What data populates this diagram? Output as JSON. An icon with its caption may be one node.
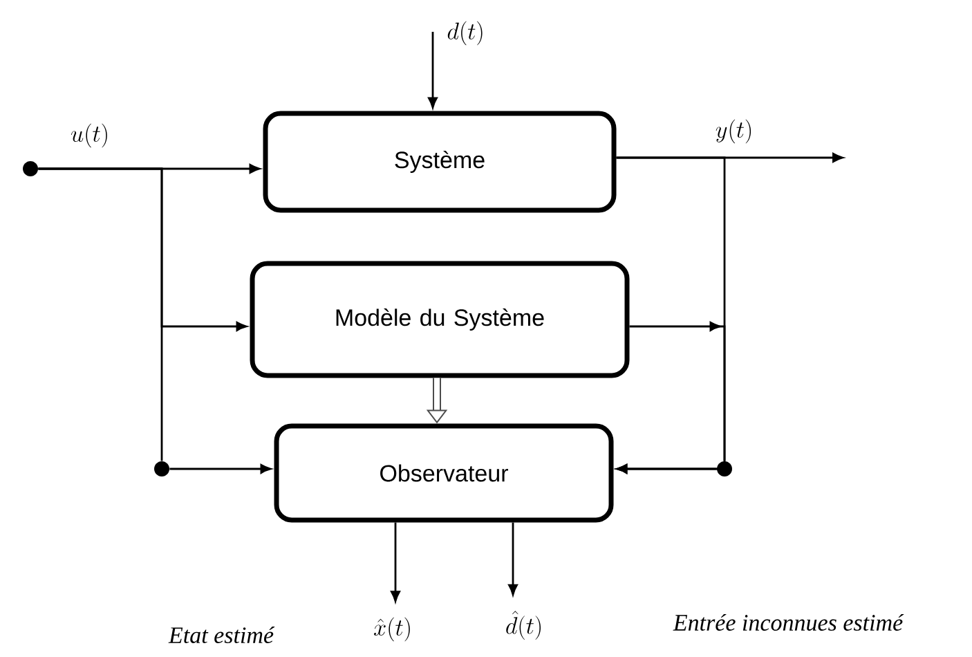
{
  "diagram": {
    "nodes": [
      {
        "text": [
          "Système"
        ]
      },
      {
        "text": [
          "Modèle du Système"
        ]
      },
      {
        "text": [
          "Observateur"
        ]
      },
      {
        "text": [],
        "shape": "circle",
        "beside": [
          "u(t)"
        ]
      },
      {
        "text": [
          "\\hat{x}(t)"
        ]
      },
      {
        "text": [
          "\\hat{d}(t)"
        ]
      },
      {
        "text": [],
        "shape": "circle"
      },
      {
        "text": [],
        "shape": "circle"
      }
    ],
    "edges": [
      {
        "from": null,
        "to": 0,
        "arrow": "to",
        "label": "d(t)"
      },
      {
        "from": 3,
        "to": 0,
        "arrow": "to"
      },
      {
        "from": 3,
        "to": 1,
        "arrow": "to"
      },
      {
        "from": 3,
        "to": 6,
        "arrow": "none"
      },
      {
        "from": 6,
        "to": 2,
        "arrow": "to"
      },
      {
        "from": 0,
        "to": null,
        "arrow": "to",
        "label": "y(t)"
      },
      {
        "from": 0,
        "to": 7,
        "arrow": "none"
      },
      {
        "from": 1,
        "to": 2,
        "arrow": "to"
      },
      {
        "from": 7,
        "to": 2,
        "arrow": "to"
      },
      {
        "from": 1,
        "to": 2,
        "arrow": "to",
        "style": "thick"
      },
      {
        "from": 2,
        "to": 4,
        "arrow": "to"
      },
      {
        "from": 2,
        "to": 5,
        "arrow": "to"
      }
    ],
    "labels": [
      "Etat estimé",
      "Entrée inconnues estimé"
    ]
  }
}
